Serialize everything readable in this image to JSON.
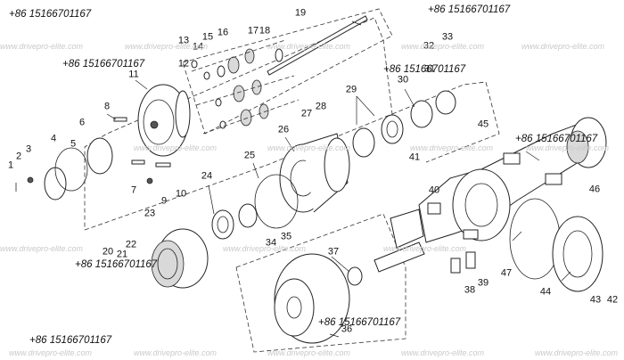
{
  "diagram": {
    "callouts": [
      "1",
      "2",
      "3",
      "4",
      "5",
      "6",
      "7",
      "8",
      "9",
      "10",
      "11",
      "12",
      "13",
      "14",
      "15",
      "16",
      "17",
      "18",
      "19",
      "20",
      "21",
      "22",
      "23",
      "24",
      "25",
      "26",
      "27",
      "28",
      "29",
      "30",
      "31",
      "32",
      "33",
      "34",
      "35",
      "36",
      "37",
      "38",
      "39",
      "40",
      "41",
      "42",
      "43",
      "44",
      "45",
      "46",
      "47"
    ],
    "phone_text": "+86 15166701167",
    "watermark_text": "www.drivepro-elite.com"
  }
}
